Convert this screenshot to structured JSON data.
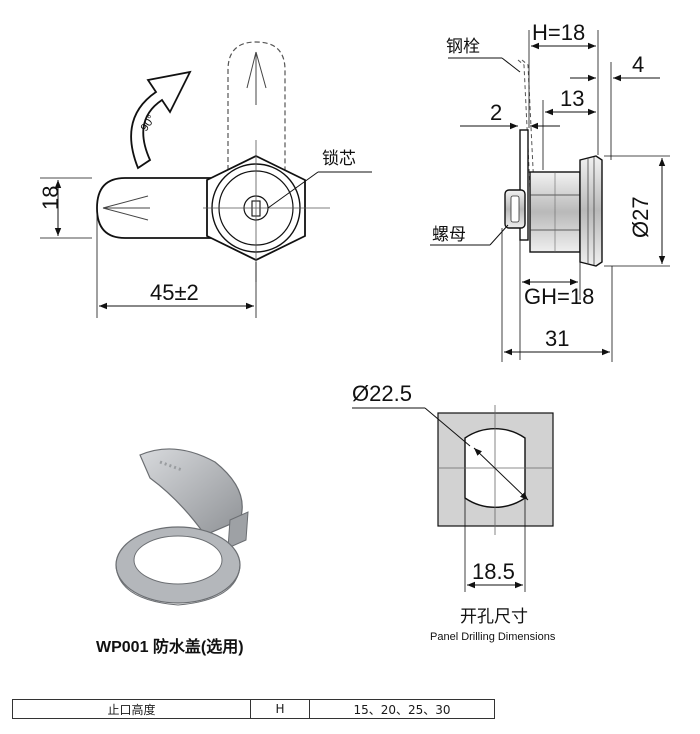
{
  "labels": {
    "steel_bolt": "钢栓",
    "lock_core": "锁芯",
    "nut": "螺母",
    "rotation": "90°"
  },
  "dimensions": {
    "height": "18",
    "length": "45±2",
    "h": "H=18",
    "d4": "4",
    "d13": "13",
    "d2": "2",
    "d27": "Ø27",
    "gh": "GH=18",
    "total": "31",
    "hole_dia": "Ø22.5",
    "flat": "18.5"
  },
  "panel": {
    "title_cn": "开孔尺寸",
    "title_en": "Panel Drilling Dimensions"
  },
  "accessory": {
    "caption": "WP001 防水盖(选用)"
  },
  "spec_table": {
    "name": "止口高度",
    "symbol": "H",
    "values": "15、20、25、30"
  }
}
